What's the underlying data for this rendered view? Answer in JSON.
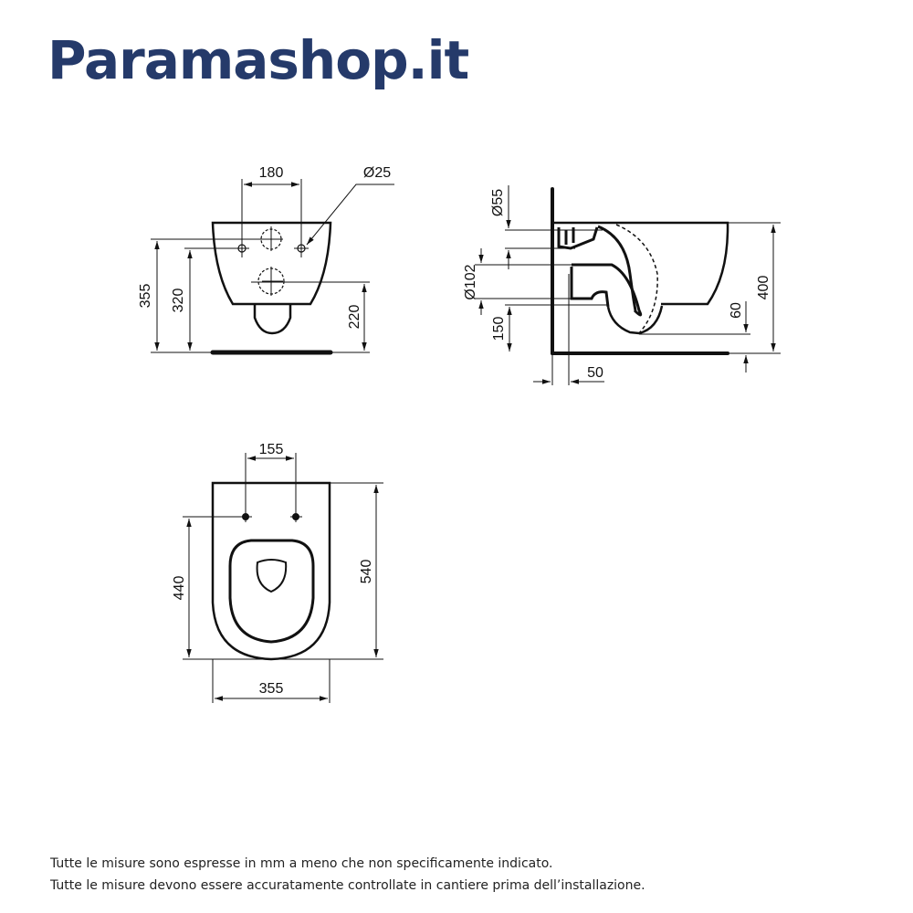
{
  "brand": "Paramashop.it",
  "front_view": {
    "d_holes": "180",
    "d_hole_diameter": "Ø25",
    "d_height_total": "355",
    "d_height_holes": "320",
    "d_height_outlet": "220"
  },
  "side_view": {
    "d_inlet": "Ø55",
    "d_outlet": "Ø102",
    "d_outlet_height": "150",
    "d_wall_offset": "50",
    "d_height": "400",
    "d_bottom_gap": "60"
  },
  "top_view": {
    "d_holes": "155",
    "d_holes_depth": "440",
    "d_length": "540",
    "d_width": "355"
  },
  "notes": [
    "Tutte le misure sono espresse in mm a meno che non specificamente indicato.",
    "Tutte le misure devono essere accuratamente controllate in cantiere prima dell’installazione."
  ],
  "colors": {
    "brand": "#253a6a",
    "line": "#111111"
  }
}
